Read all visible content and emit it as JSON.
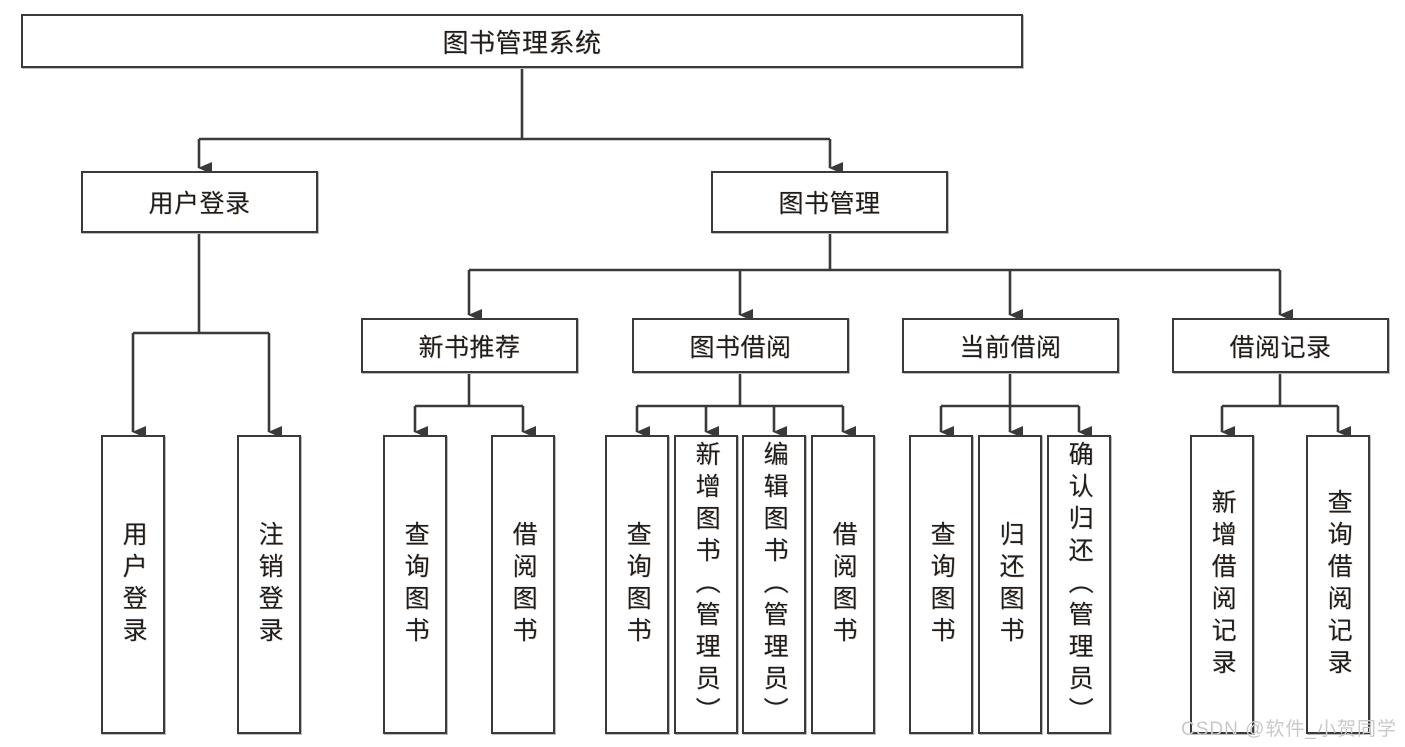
{
  "diagram": {
    "type": "tree-hierarchy",
    "title": "图书管理系统",
    "background_color": "#ffffff",
    "line_color": "#3a3a3a",
    "box_border_color": "#3a3a3a",
    "box_fill_color": "#ffffff",
    "text_color": "#1d1d1d"
  },
  "root": {
    "label": "图书管理系统"
  },
  "level1": [
    {
      "label": "用户登录"
    },
    {
      "label": "图书管理"
    }
  ],
  "level2": [
    {
      "label": "新书推荐"
    },
    {
      "label": "图书借阅"
    },
    {
      "label": "当前借阅"
    },
    {
      "label": "借阅记录"
    }
  ],
  "leaves": {
    "user_login": [
      {
        "label": "用户登录"
      },
      {
        "label": "注销登录"
      }
    ],
    "new_book_recommend": [
      {
        "label": "查询图书"
      },
      {
        "label": "借阅图书"
      }
    ],
    "book_borrow": [
      {
        "label": "查询图书"
      },
      {
        "label": "新增图书（管理员）"
      },
      {
        "label": "编辑图书（管理员）"
      },
      {
        "label": "借阅图书"
      }
    ],
    "current_borrow": [
      {
        "label": "查询图书"
      },
      {
        "label": "归还图书"
      },
      {
        "label": "确认归还（管理员）"
      }
    ],
    "borrow_record": [
      {
        "label": "新增借阅记录"
      },
      {
        "label": "查询借阅记录"
      }
    ]
  },
  "watermark": {
    "text": "CSDN @软件_小贺同学",
    "color": "#c9c9c9"
  }
}
